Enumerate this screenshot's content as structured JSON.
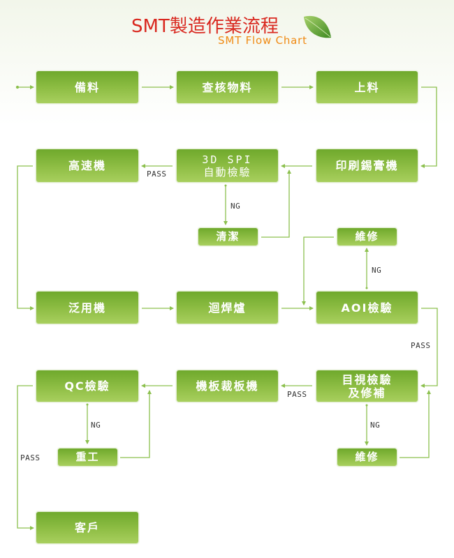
{
  "header": {
    "title_cn": "SMT製造作業流程",
    "title_en": "SMT Flow Chart",
    "leaf_icon": "leaf-icon"
  },
  "colors": {
    "node_top": "#6fa92c",
    "node_bottom": "#a8cf5e",
    "connector": "#8cc04e",
    "title_cn": "#d9281f",
    "title_en": "#f08a14"
  },
  "nodes": {
    "prep": "備料",
    "check_material": "查核物料",
    "load": "上料",
    "solder_printer": "印刷錫膏機",
    "spi_line1": "3D SPI",
    "spi_line2": "自動檢驗",
    "high_speed": "高速機",
    "clean": "清潔",
    "general": "泛用機",
    "reflow": "迴焊爐",
    "aoi": "AOI檢驗",
    "repair_aoi": "維修",
    "visual_line1": "目視檢驗",
    "visual_line2": "及修補",
    "repair_visual": "維修",
    "depanel": "機板裁板機",
    "qc": "QC檢驗",
    "rework": "重工",
    "customer": "客戶"
  },
  "labels": {
    "spi_pass": "PASS",
    "spi_ng": "NG",
    "aoi_ng": "NG",
    "aoi_pass": "PASS",
    "visual_pass": "PASS",
    "visual_ng": "NG",
    "qc_ng": "NG",
    "qc_pass": "PASS"
  }
}
